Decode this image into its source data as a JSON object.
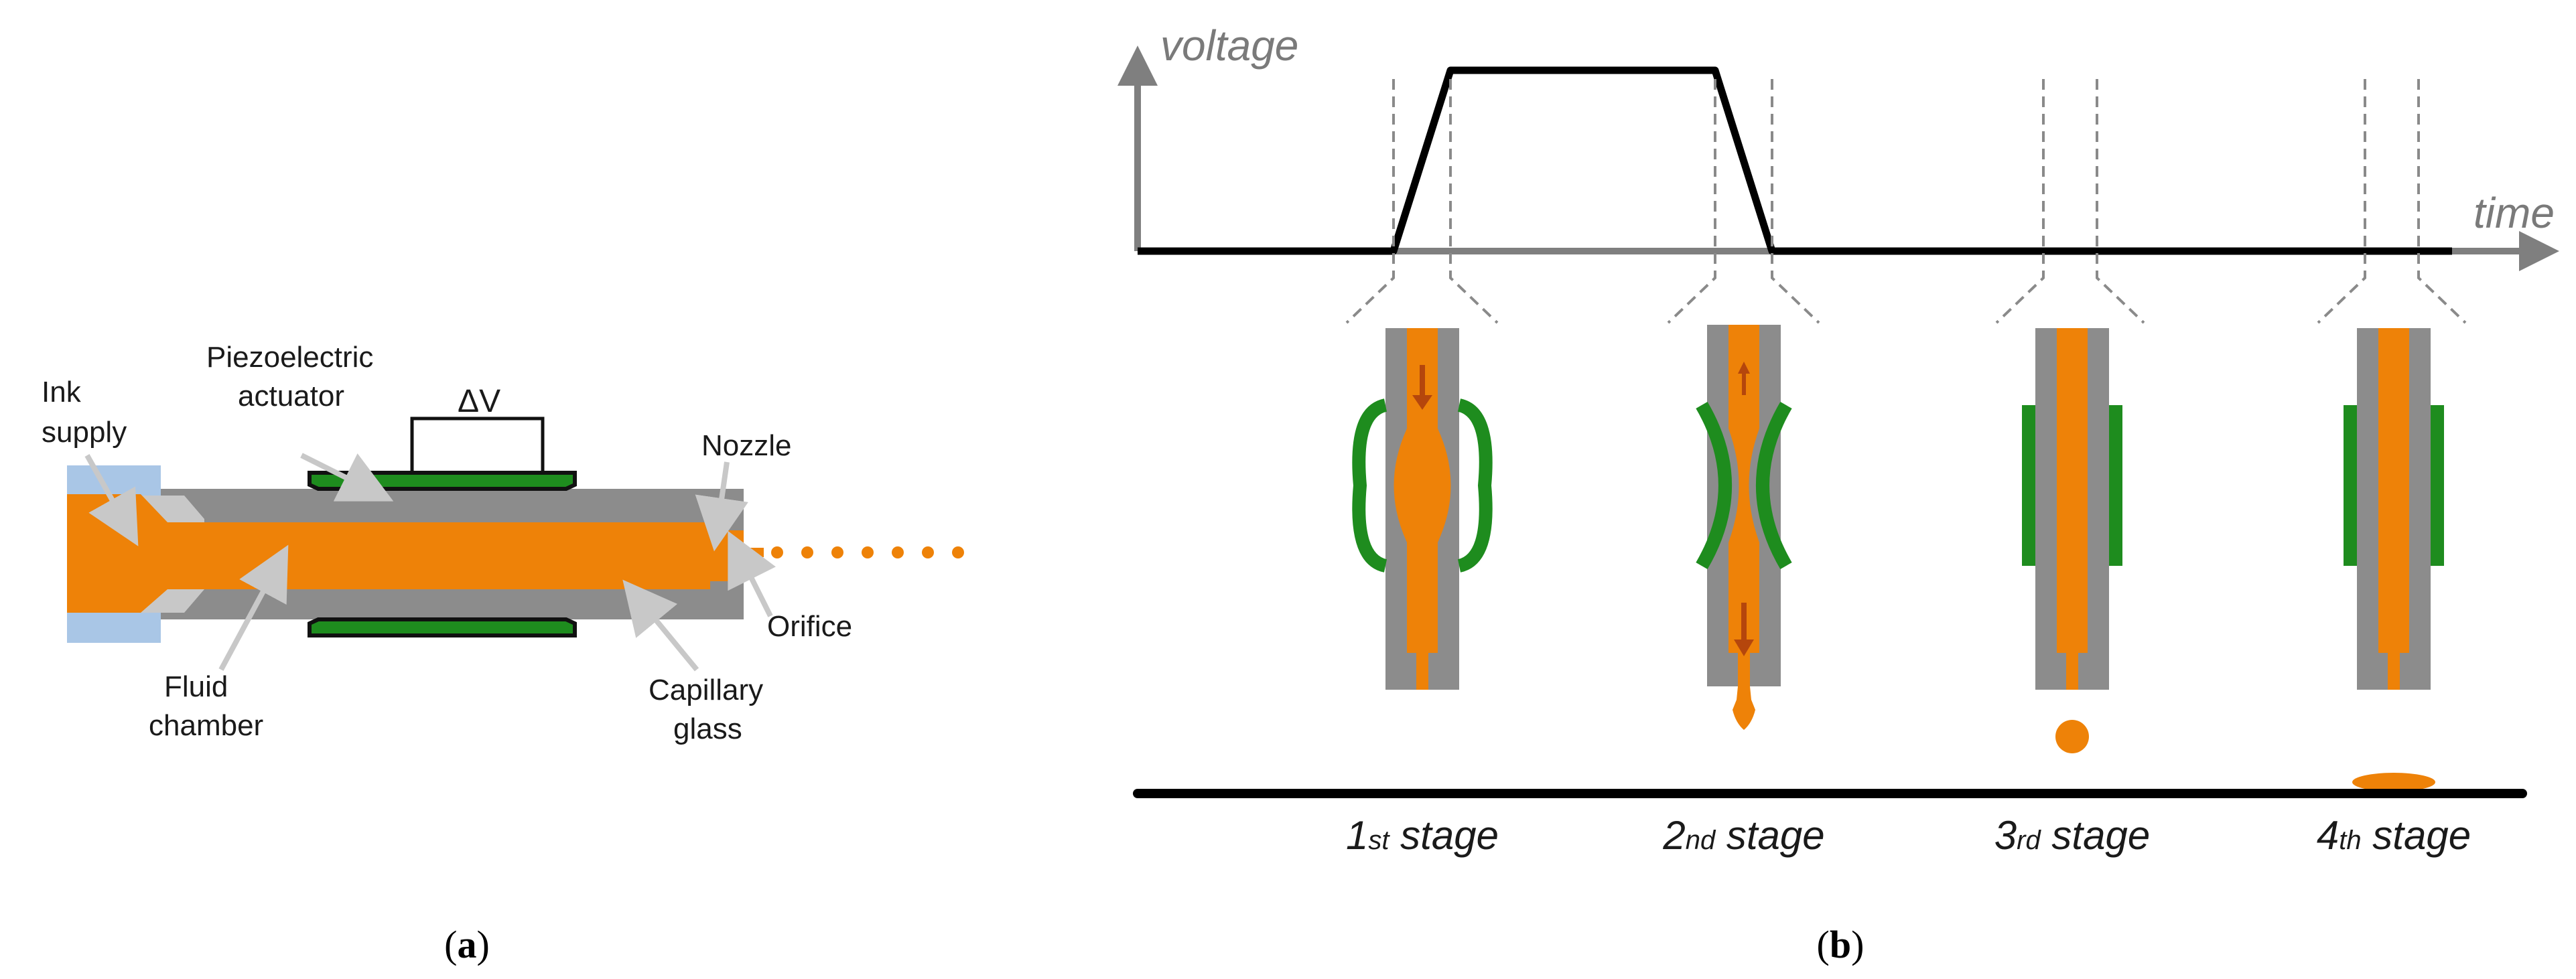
{
  "panel_a": {
    "caption_open": "(",
    "caption_letter": "a",
    "caption_close": ")",
    "labels": {
      "ink_supply_1": "Ink",
      "ink_supply_2": "supply",
      "piezo_1": "Piezoelectric",
      "piezo_2": "actuator",
      "delta_v": "ΔV",
      "nozzle": "Nozzle",
      "orifice": "Orifice",
      "fluid_1": "Fluid",
      "fluid_2": "chamber",
      "capillary_1": "Capillary",
      "capillary_2": "glass"
    }
  },
  "panel_b": {
    "caption_open": "(",
    "caption_letter": "b",
    "caption_close": ")",
    "y_axis_label": "voltage",
    "x_axis_label": "time",
    "stages": [
      {
        "num": "1",
        "suffix": "st",
        "word": " stage"
      },
      {
        "num": "2",
        "suffix": "nd",
        "word": " stage"
      },
      {
        "num": "3",
        "suffix": "rd",
        "word": " stage"
      },
      {
        "num": "4",
        "suffix": "th",
        "word": " stage"
      }
    ]
  },
  "colors": {
    "ink": "#EE8208",
    "glass": "#8C8C8C",
    "piezo": "#1E8C1E",
    "supply": "#A9C6E6",
    "fitting": "#C8C8C8",
    "waveform": "#000000",
    "axis": "#7F7F7F"
  }
}
